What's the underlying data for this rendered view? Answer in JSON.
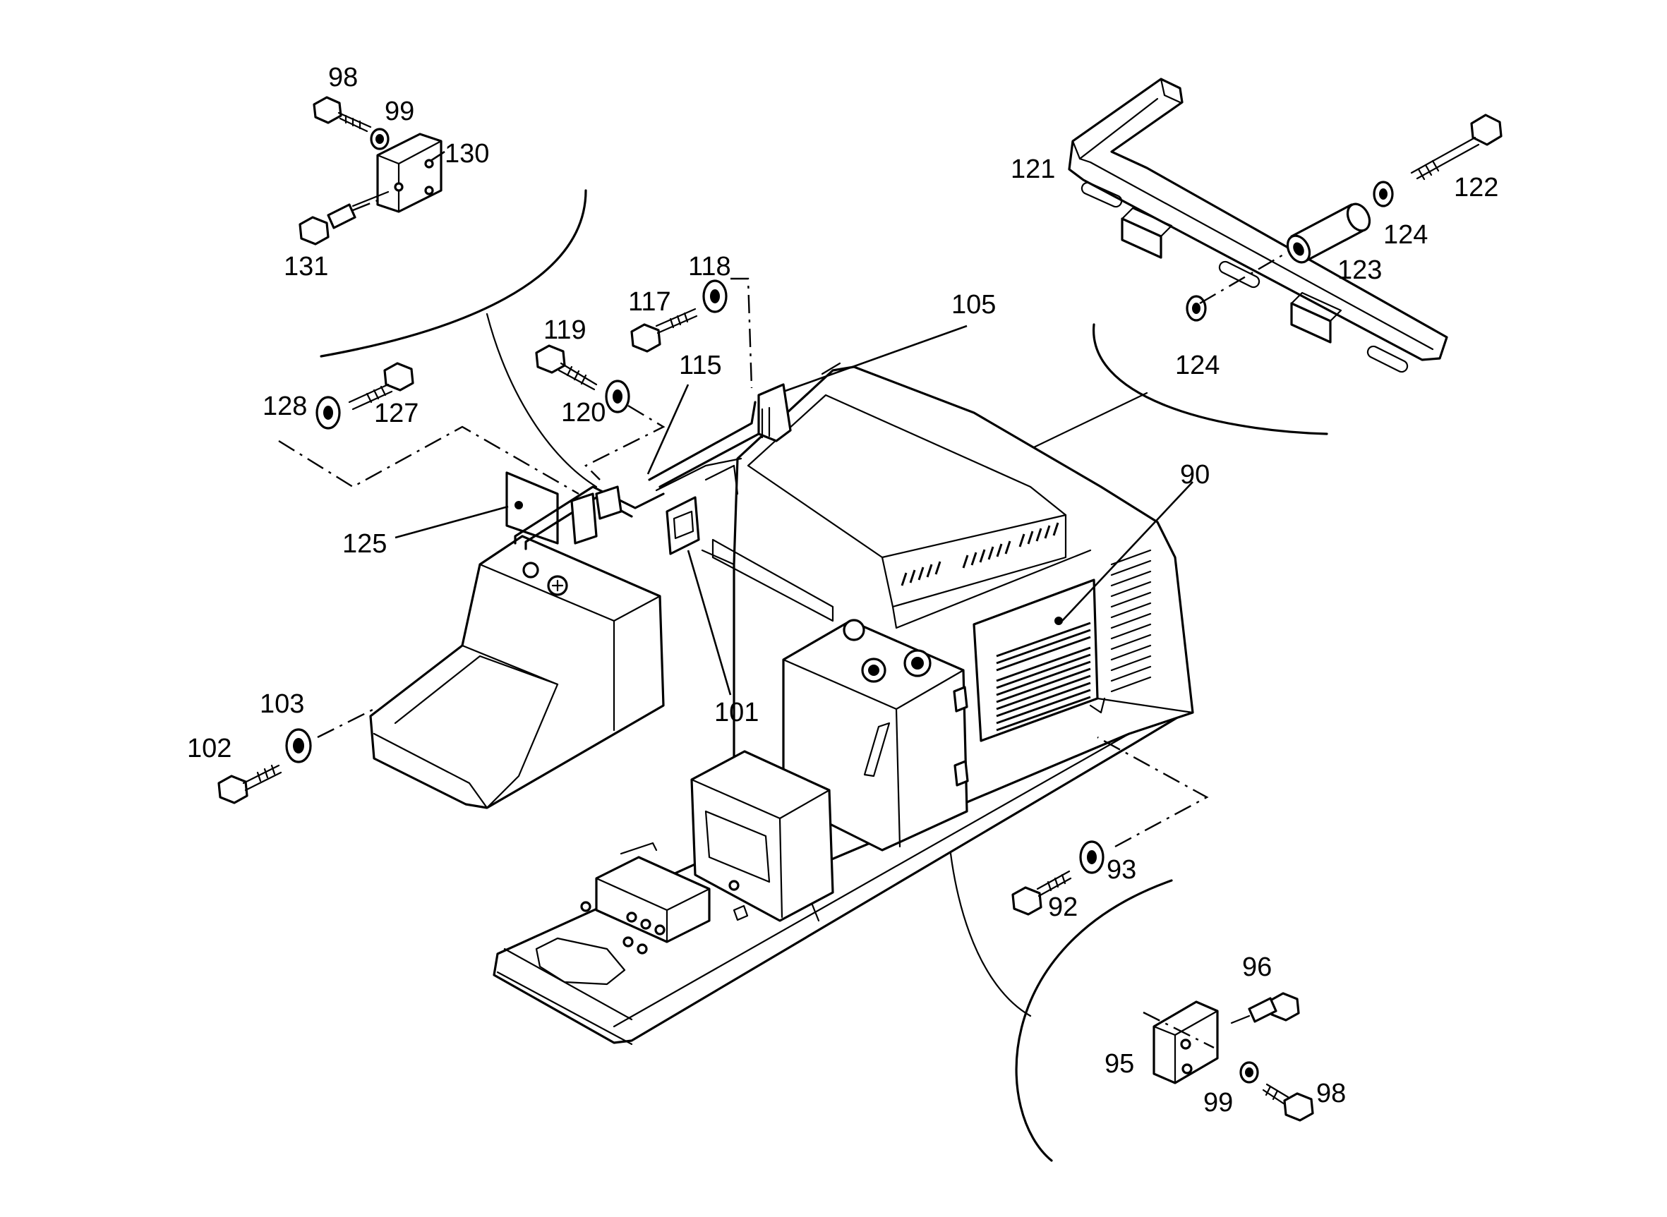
{
  "labels": {
    "l90": "90",
    "l92": "92",
    "l93": "93",
    "l95": "95",
    "l96": "96",
    "l98a": "98",
    "l98b": "98",
    "l99a": "99",
    "l99b": "99",
    "l101": "101",
    "l102": "102",
    "l103": "103",
    "l105": "105",
    "l115": "115",
    "l117": "117",
    "l118": "118",
    "l119": "119",
    "l120": "120",
    "l121": "121",
    "l122": "122",
    "l123": "123",
    "l124a": "124",
    "l124b": "124",
    "l125": "125",
    "l127": "127",
    "l128": "128",
    "l130": "130",
    "l131": "131"
  }
}
